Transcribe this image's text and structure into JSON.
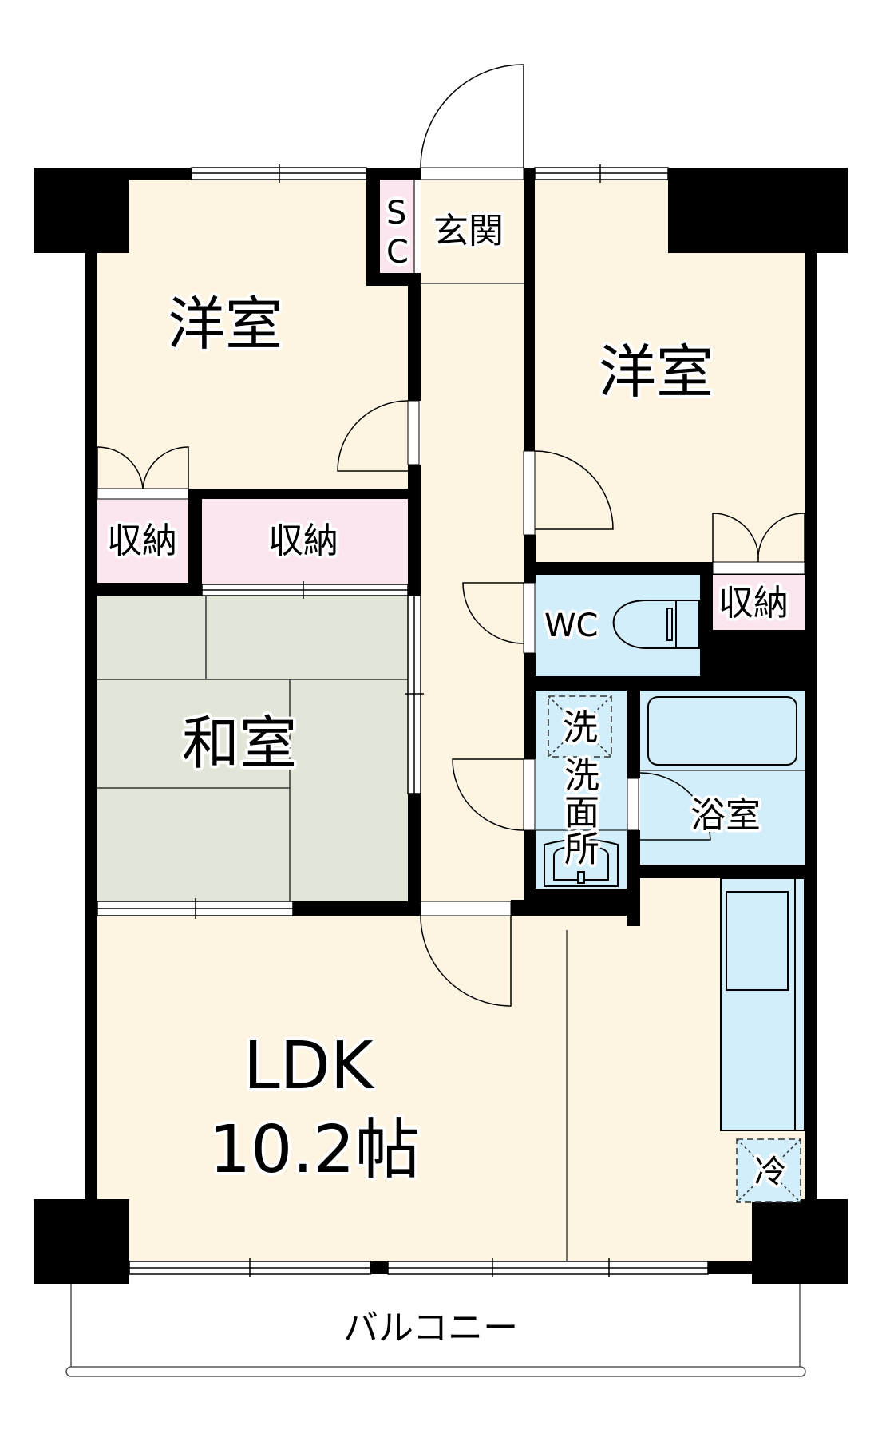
{
  "floorplan": {
    "rooms": {
      "western_room_1": {
        "label": "洋室"
      },
      "western_room_2": {
        "label": "洋室"
      },
      "japanese_room": {
        "label": "和室"
      },
      "ldk": {
        "label": "LDK",
        "size": "10.2帖"
      },
      "entrance": {
        "label": "玄関"
      },
      "shoe_closet": {
        "label_top": "S",
        "label_bottom": "C"
      },
      "storage_small": {
        "label": "収納"
      },
      "storage_large": {
        "label": "収納"
      },
      "storage_right": {
        "label": "収納"
      },
      "toilet": {
        "label": "WC"
      },
      "washroom": {
        "label": "洗面所"
      },
      "washing_machine": {
        "label": "洗"
      },
      "bathroom": {
        "label": "浴室"
      },
      "refrigerator": {
        "label": "冷"
      },
      "balcony": {
        "label": "バルコニー"
      }
    },
    "colors": {
      "floor": "#fdf5e2",
      "storage": "#fbe6ef",
      "tatami": "#e1e6d8",
      "wet_area": "#d2eefa",
      "wall": "#000000",
      "background": "#ffffff"
    }
  }
}
